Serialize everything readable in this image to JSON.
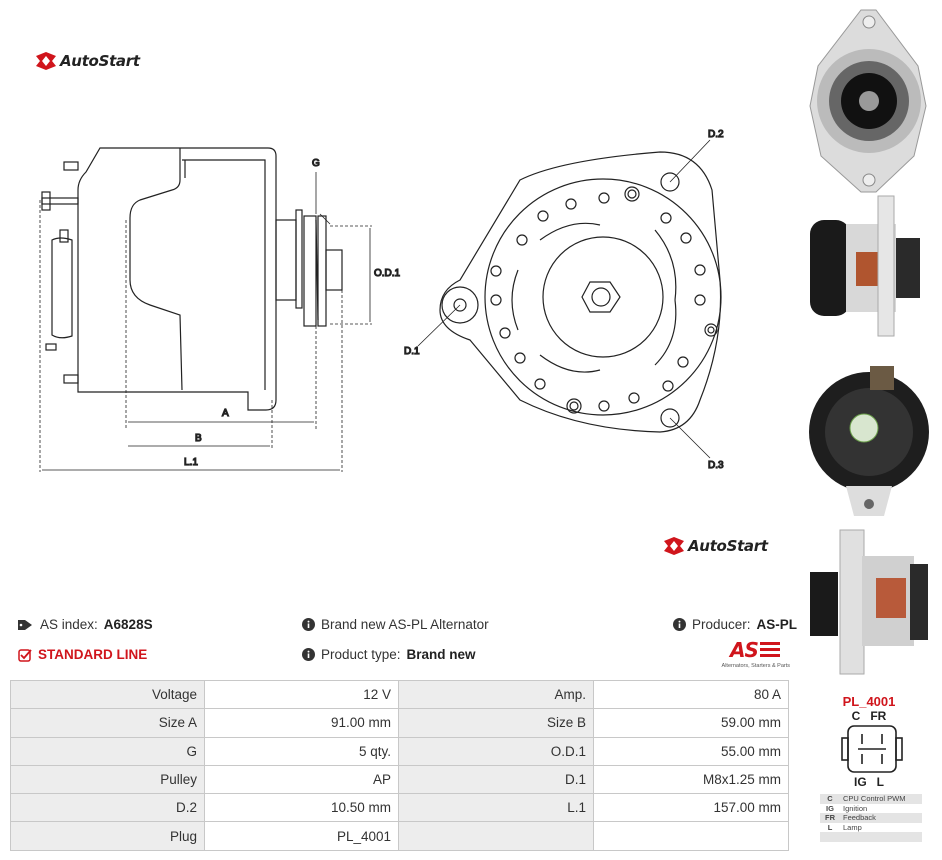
{
  "brand": {
    "logo_text": "AutoStart",
    "accent_color": "#d0151c"
  },
  "drawing": {
    "labels": {
      "g": "G",
      "od1": "O.D.1",
      "a": "A",
      "b": "B",
      "l1": "L.1",
      "d1": "D.1",
      "d2": "D.2",
      "d3": "D.3"
    }
  },
  "info": {
    "as_index_label": "AS index:",
    "as_index_value": "A6828S",
    "standard_line": "STANDARD LINE",
    "description": "Brand new AS-PL Alternator",
    "product_type_label": "Product type:",
    "product_type_value": "Brand new",
    "producer_label": "Producer:",
    "producer_value": "AS-PL",
    "producer_logo_text": "AS",
    "producer_tagline": "Alternators, Starters & Parts"
  },
  "specs": [
    [
      {
        "label": "Voltage",
        "value": "12 V"
      },
      {
        "label": "Amp.",
        "value": "80 A"
      }
    ],
    [
      {
        "label": "Size A",
        "value": "91.00 mm"
      },
      {
        "label": "Size B",
        "value": "59.00 mm"
      }
    ],
    [
      {
        "label": "G",
        "value": "5 qty."
      },
      {
        "label": "O.D.1",
        "value": "55.00 mm"
      }
    ],
    [
      {
        "label": "Pulley",
        "value": "AP"
      },
      {
        "label": "D.1",
        "value": "M8x1.25 mm"
      }
    ],
    [
      {
        "label": "D.2",
        "value": "10.50 mm"
      },
      {
        "label": "L.1",
        "value": "157.00 mm"
      }
    ],
    [
      {
        "label": "Plug",
        "value": "PL_4001"
      },
      {
        "label": "",
        "value": ""
      }
    ]
  ],
  "plug": {
    "name": "PL_4001",
    "top_pins": "C   FR",
    "bottom_pins": "IG   L",
    "legend": [
      {
        "key": "C",
        "desc": "CPU Control PWM"
      },
      {
        "key": "IG",
        "desc": "Ignition"
      },
      {
        "key": "FR",
        "desc": "Feedback"
      },
      {
        "key": "L",
        "desc": "Lamp"
      },
      {
        "key": "",
        "desc": ""
      }
    ]
  }
}
